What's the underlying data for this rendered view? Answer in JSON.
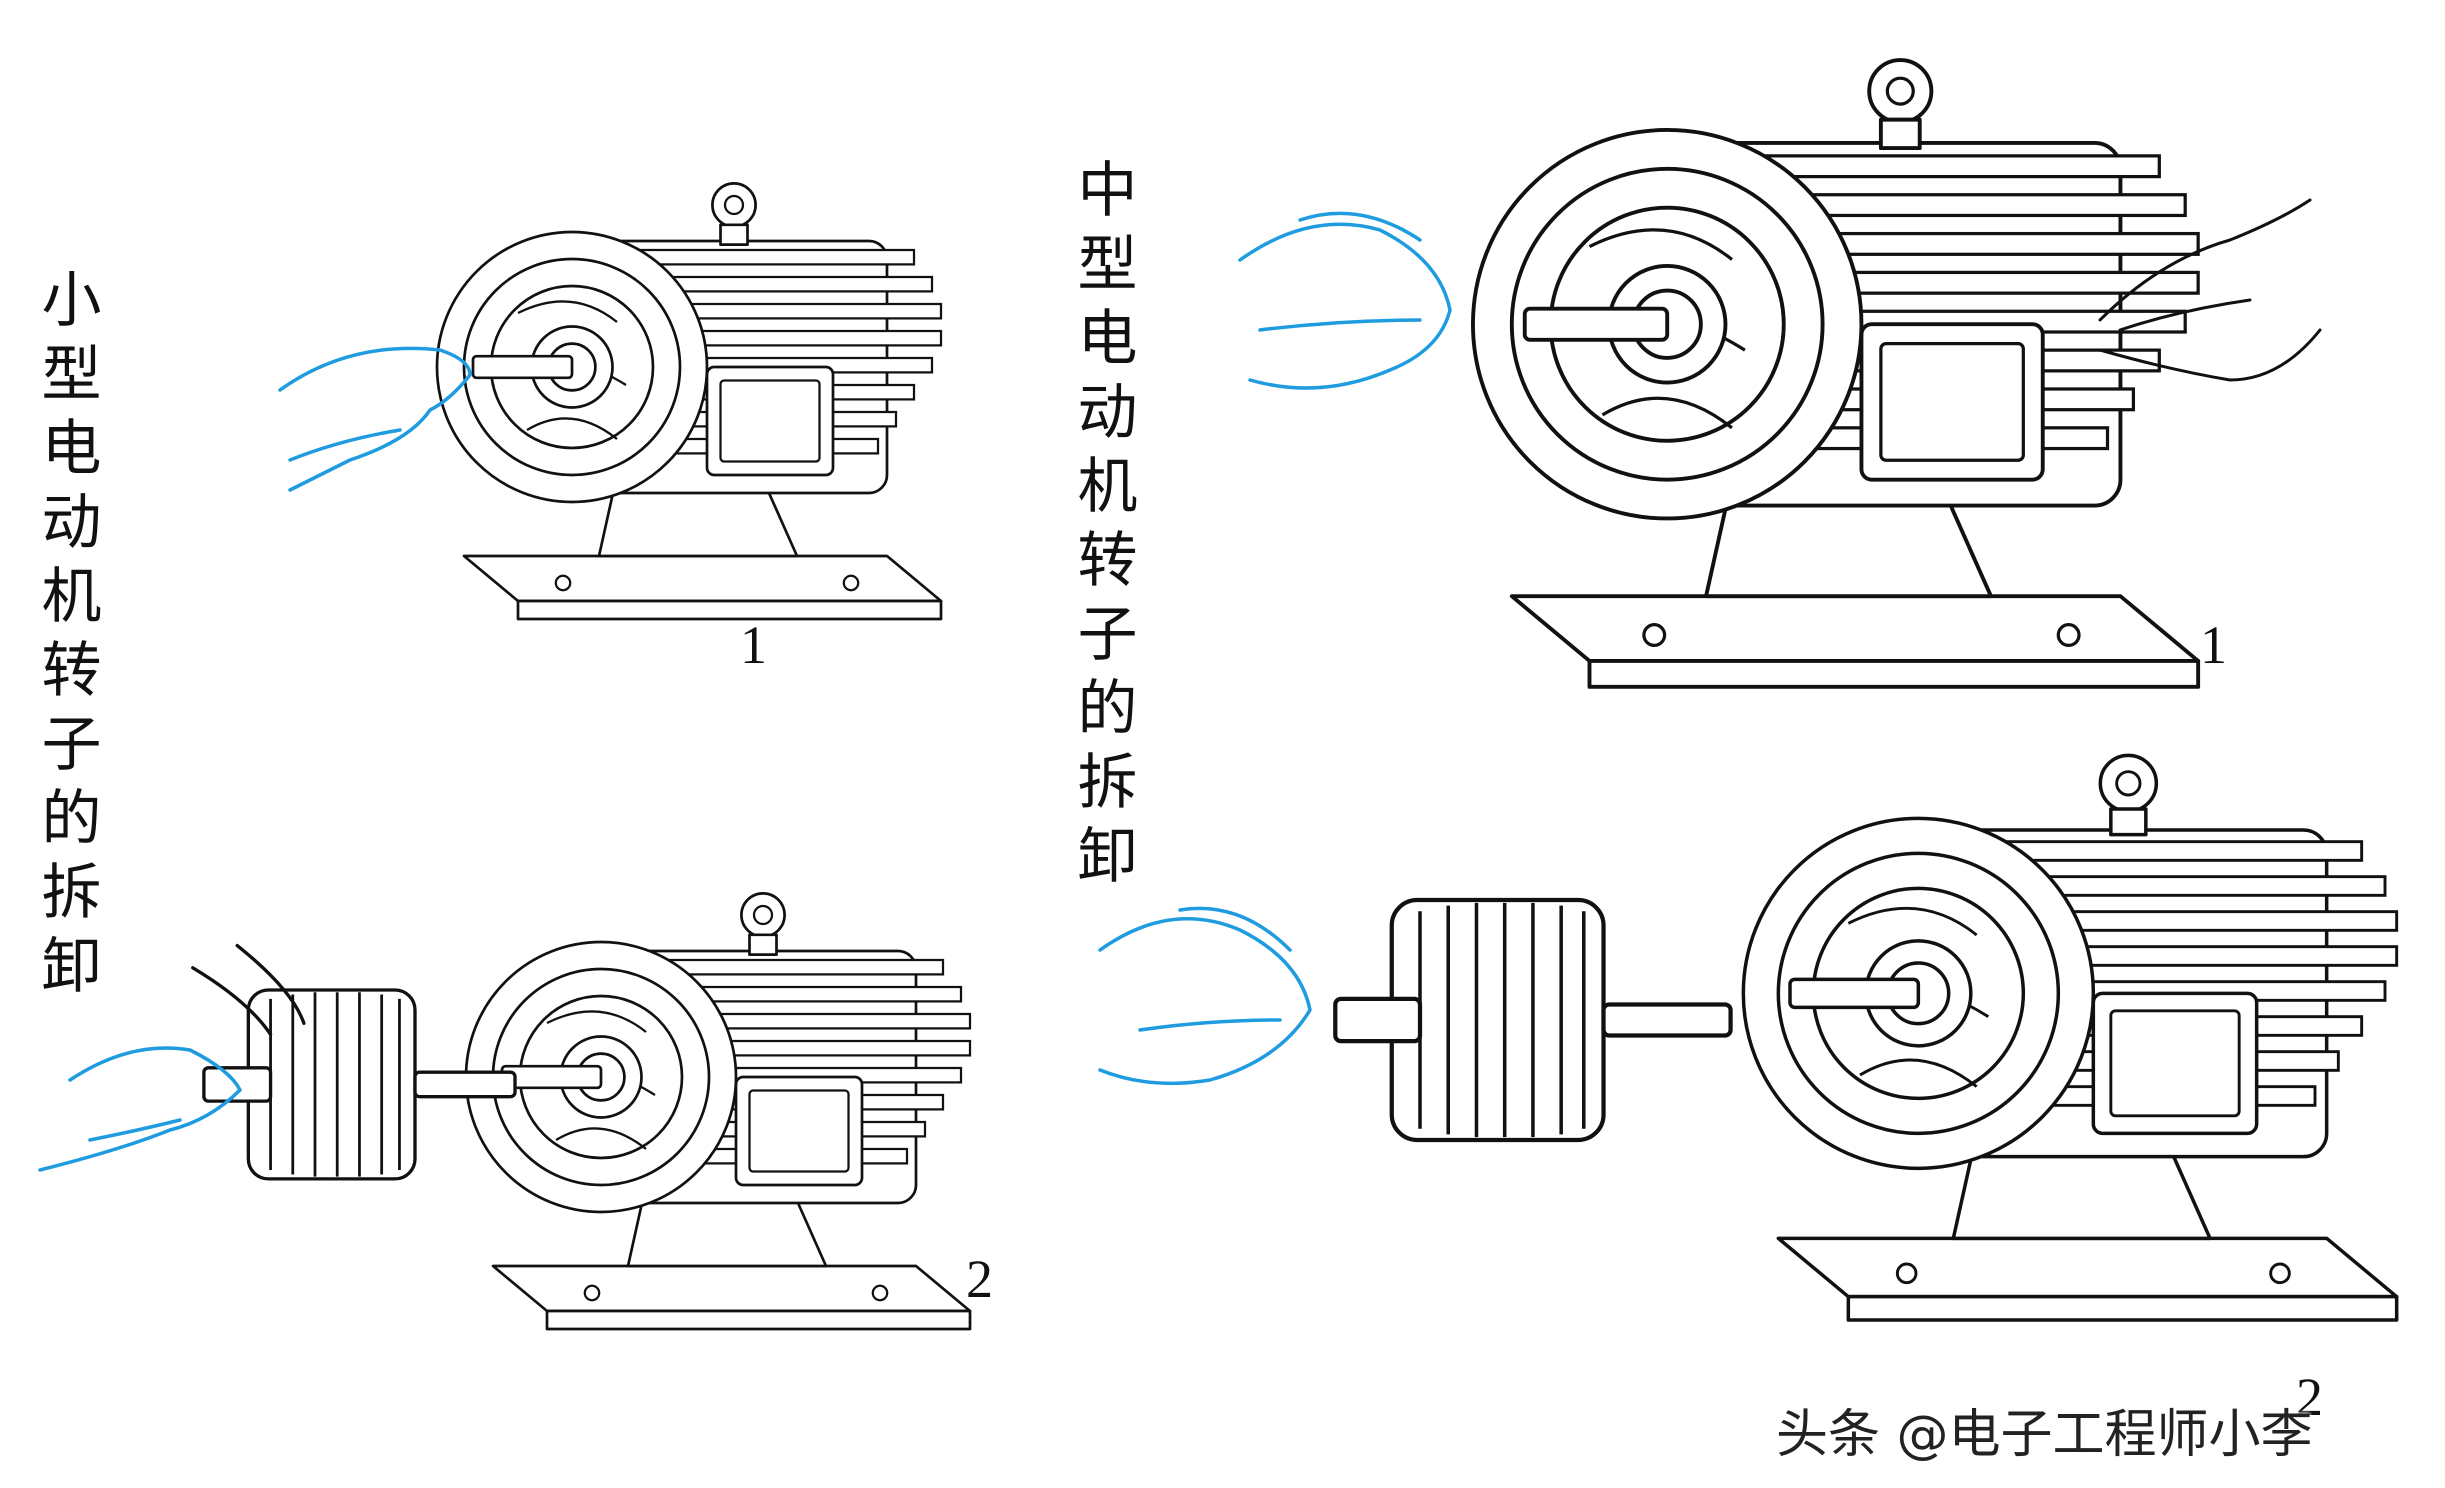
{
  "titles": {
    "small_motor": "小型电动机转子的拆卸",
    "medium_motor": "中型电动机转子的拆卸"
  },
  "figure_numbers": {
    "small_step1": "1",
    "small_step2": "2",
    "medium_step1": "1",
    "medium_step2": "2"
  },
  "watermark": "头条 @电子工程师小李",
  "colors": {
    "line_art": "#111111",
    "hands": "#1f9be0",
    "background": "#ffffff"
  },
  "icons": {
    "motor": "electric-motor-line-drawing",
    "hand": "hand-outline",
    "rotor": "rotor-cylinder"
  }
}
